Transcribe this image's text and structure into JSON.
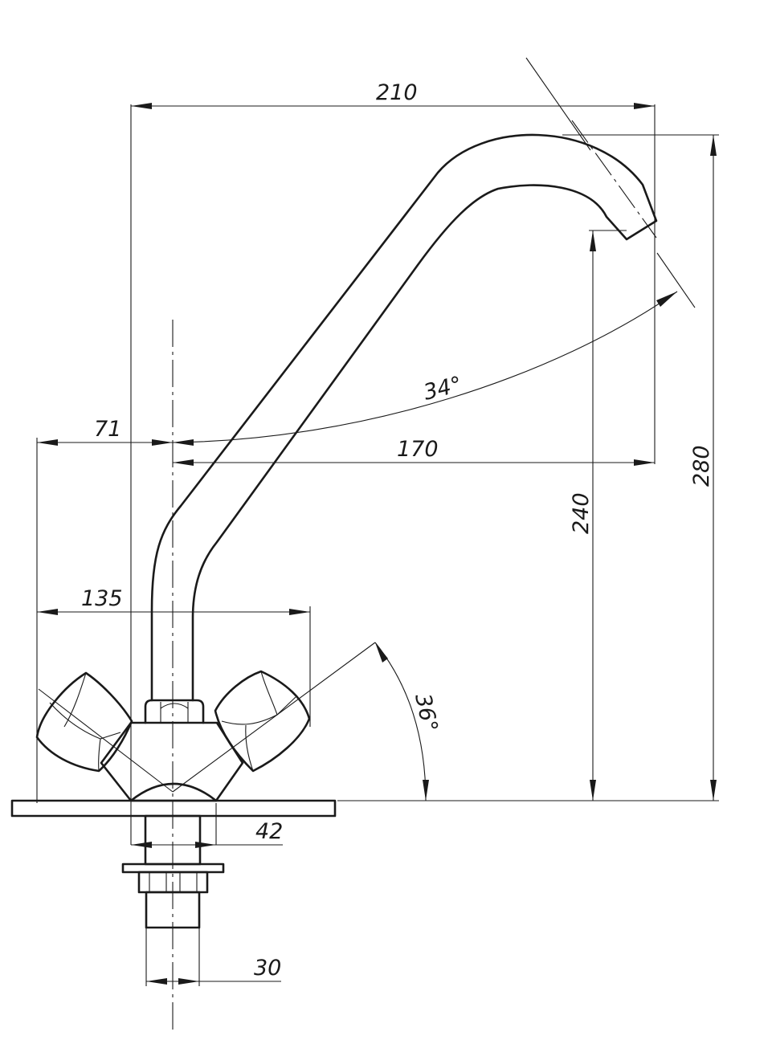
{
  "dimensions": {
    "overall_width": "210",
    "spout_reach": "170",
    "handle_offset": "71",
    "handles_span": "135",
    "overall_height": "280",
    "spout_height": "240",
    "body_diameter": "42",
    "shank_diameter": "30"
  },
  "angles": {
    "spout_swivel": "34°",
    "handle_tilt": "36°"
  }
}
